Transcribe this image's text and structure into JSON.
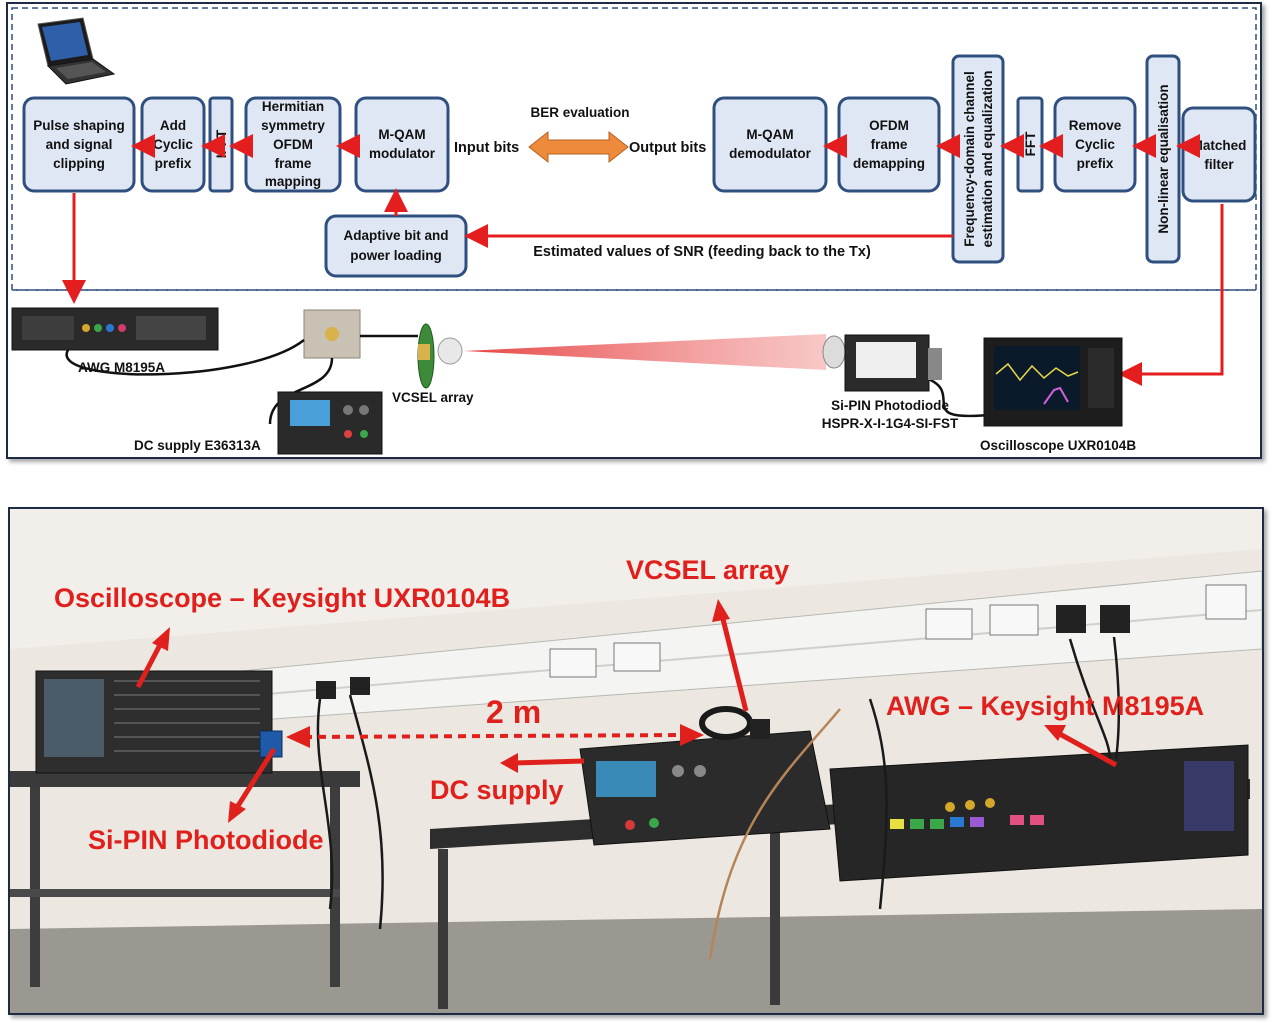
{
  "diagram": {
    "blocks": {
      "pulse_shaping": [
        "Pulse shaping",
        "and signal",
        "clipping"
      ],
      "add_cp": [
        "Add",
        "Cyclic",
        "prefix"
      ],
      "ifft": "IFFT",
      "hermitian": [
        "Hermitian",
        "symmetry",
        "OFDM",
        "frame",
        "mapping"
      ],
      "mqam_mod": [
        "M-QAM",
        "modulator"
      ],
      "adaptive": [
        "Adaptive bit and",
        "power loading"
      ],
      "mqam_demod": [
        "M-QAM",
        "demodulator"
      ],
      "ofdm_demap": [
        "OFDM",
        "frame",
        "demapping"
      ],
      "fd_equalization": [
        "Frequency-domain channel",
        "estimation and equalization"
      ],
      "fft": "FFT",
      "remove_cp": [
        "Remove",
        "Cyclic",
        "prefix"
      ],
      "nonlinear_eq": "Non-linear equalisation",
      "matched_filter": [
        "Matched",
        "filter"
      ]
    },
    "labels": {
      "ber": "BER evaluation",
      "input_bits": "Input bits",
      "output_bits": "Output bits",
      "snr_feedback": "Estimated values of SNR (feeding back to the Tx)"
    },
    "hardware": {
      "awg": "AWG M8195A",
      "vcsel": "VCSEL array",
      "dc": "DC supply E36313A",
      "photodiode_line1": "Si-PIN Photodiode",
      "photodiode_line2": "HSPR-X-I-1G4-SI-FST",
      "scope": "Oscilloscope UXR0104B"
    },
    "colors": {
      "block_fill": "#dfe7f5",
      "block_stroke": "#2f4f7f",
      "arrow": "#e41e1e",
      "ber_arrow": "#ee8a3c"
    }
  },
  "photo": {
    "labels": {
      "scope": "Oscilloscope – Keysight UXR0104B",
      "vcsel": "VCSEL array",
      "distance": "2 m",
      "awg": "AWG – Keysight M8195A",
      "dc": "DC supply",
      "photodiode": "Si-PIN Photodiode"
    },
    "label_color": "#e0201c"
  }
}
